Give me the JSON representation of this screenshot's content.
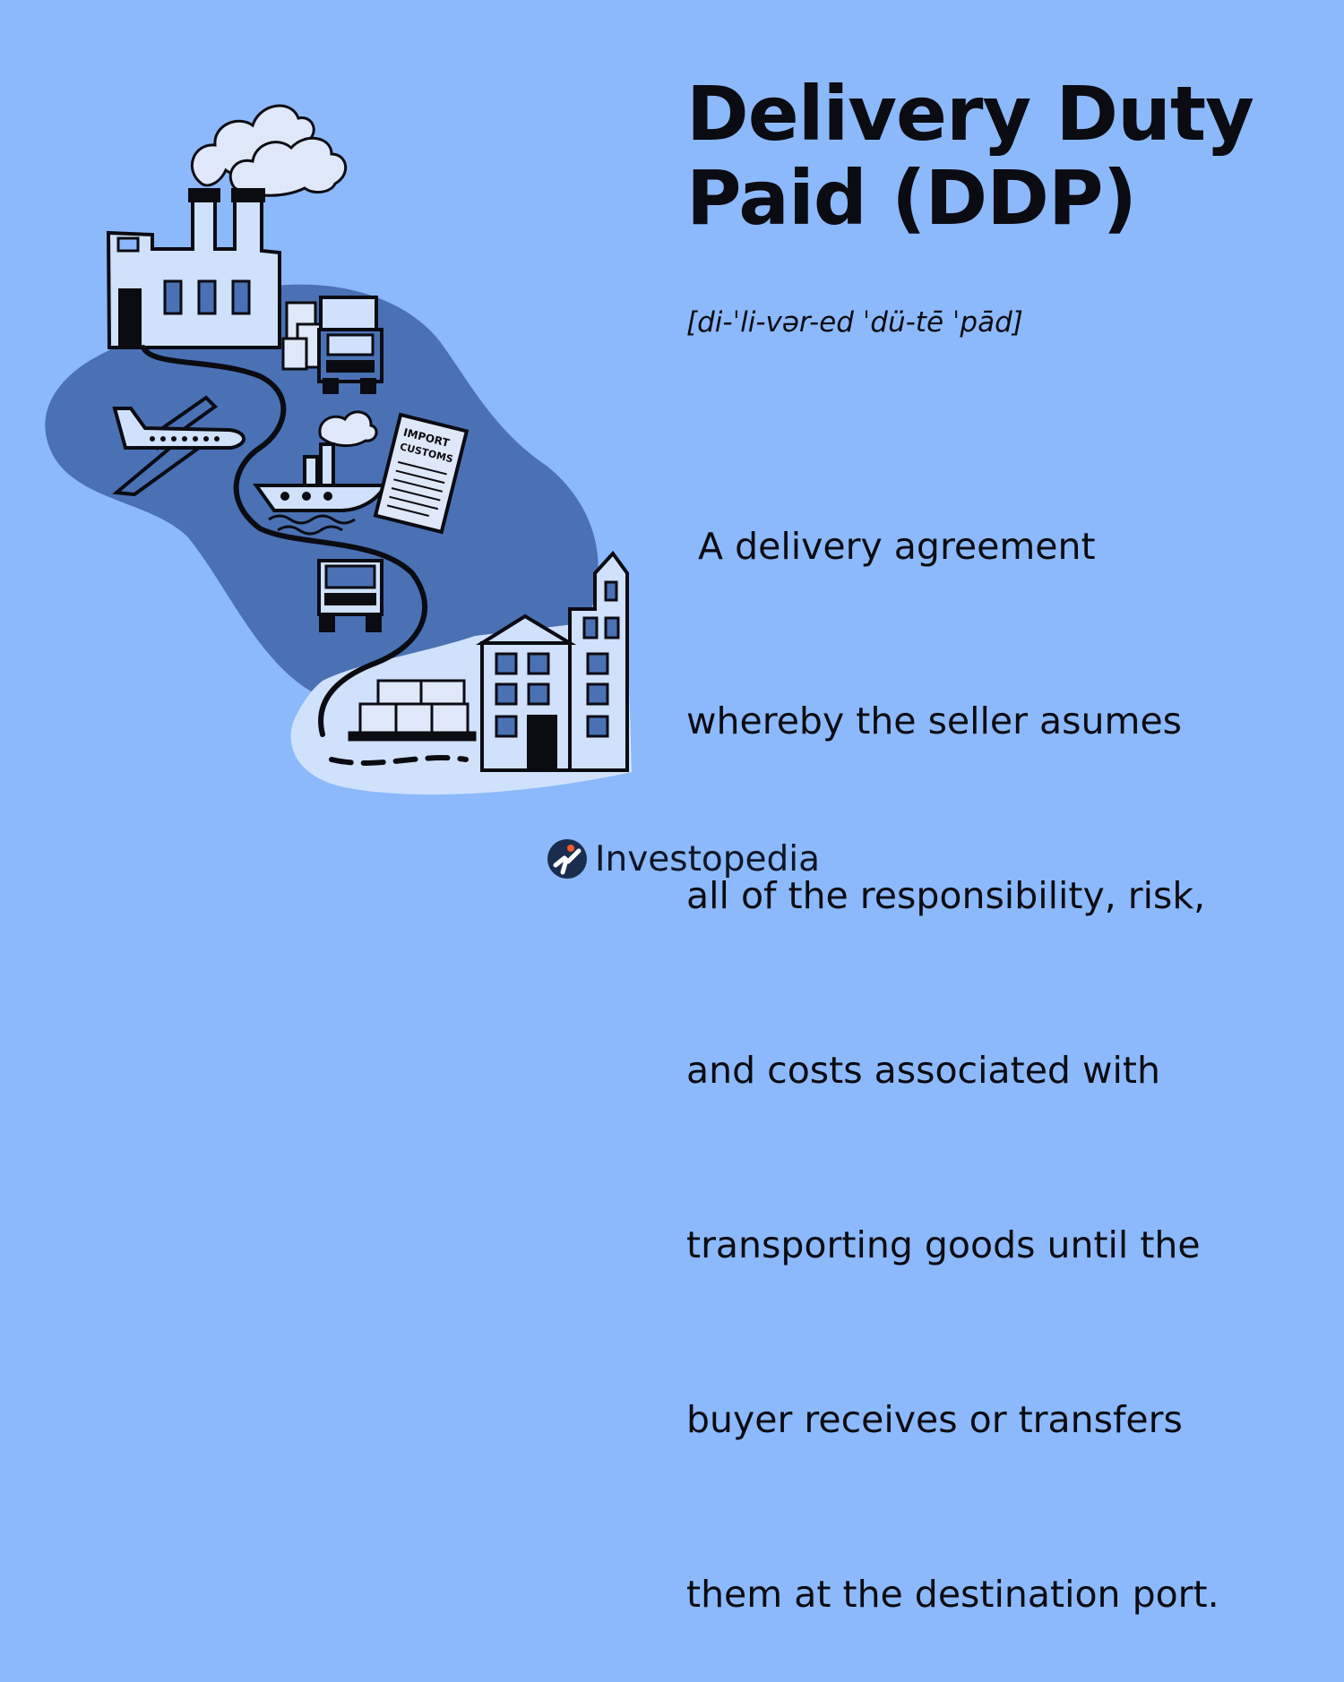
{
  "title": [
    "Delivery Duty",
    "Paid (DDP)"
  ],
  "pronunciation": "[di-ˈli-vər-ed ˈdü-tē ˈpād]",
  "definition": [
    " A delivery agreement",
    "whereby the seller asumes",
    "all of the responsibility, risk,",
    "and costs associated with",
    "transporting goods until the",
    "buyer receives or transfers",
    "them at the destination port."
  ],
  "illustration": {
    "customs_document_lines": [
      "IMPORT",
      "CUSTOMS"
    ],
    "icons": [
      "factory-icon",
      "smoke-icon",
      "truck-icon",
      "airplane-icon",
      "ship-icon",
      "customs-document-icon",
      "boxes-icon",
      "warehouse-building-icon",
      "route-path-icon"
    ]
  },
  "brand": {
    "name": "Investopedia",
    "logo_icon": "investopedia-logo-icon"
  },
  "colors": {
    "background": "#8cb9fb",
    "dark_region": "#4a71b4",
    "light_region": "#cfe1fb",
    "ink": "#0b0b12",
    "accent": "#f25c2a"
  }
}
